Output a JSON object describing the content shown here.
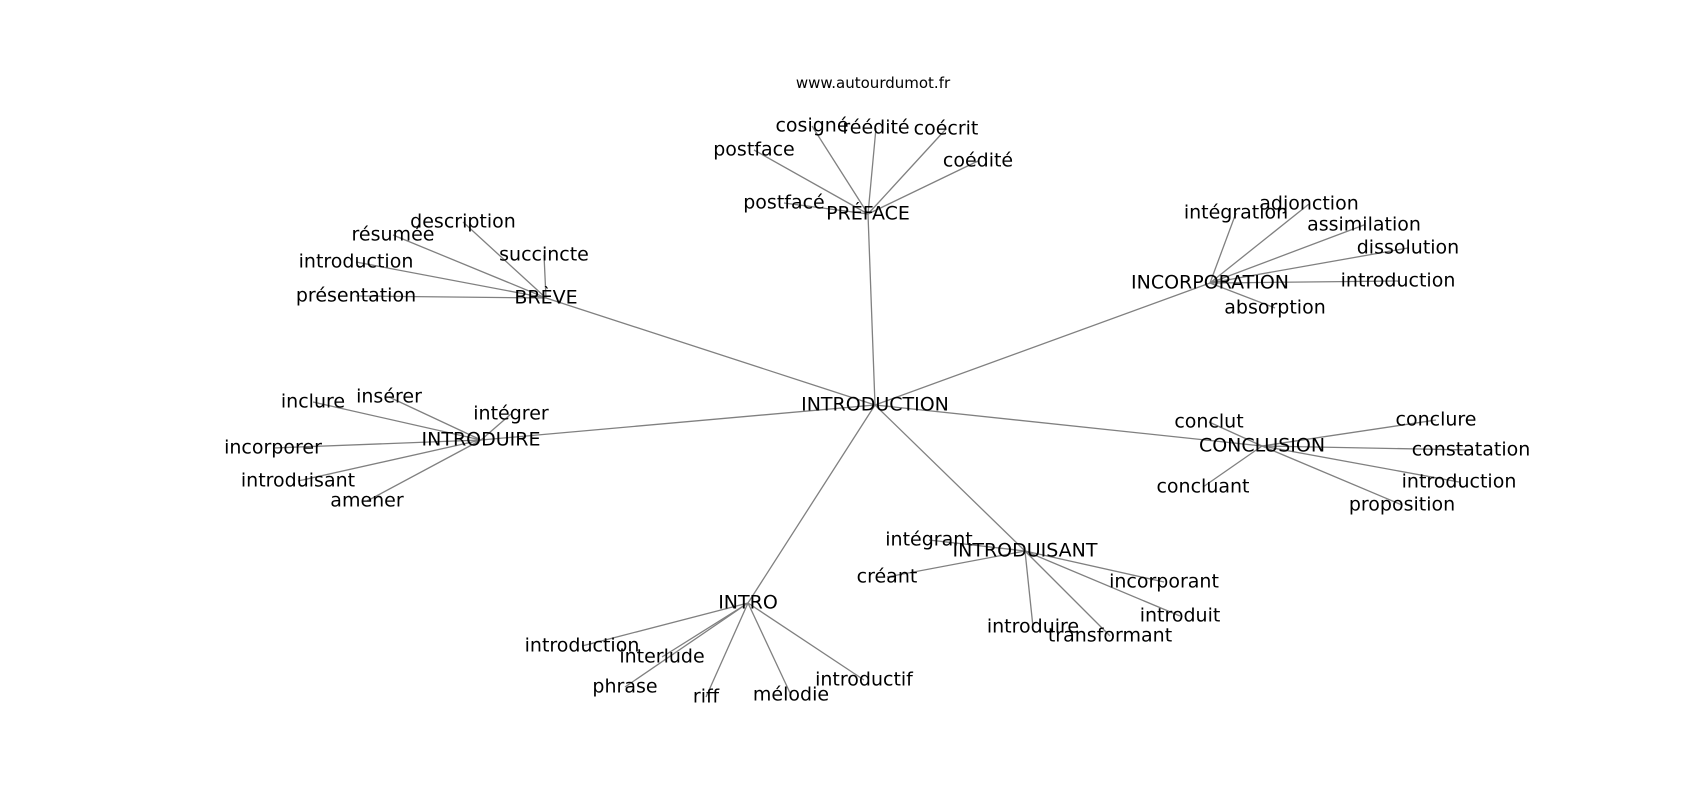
{
  "source": "www.autourdumot.fr",
  "colors": {
    "edge": "#808080",
    "text": "#000000",
    "background": "#ffffff"
  },
  "center": {
    "id": "INTRODUCTION",
    "label": "INTRODUCTION"
  },
  "hubs": [
    {
      "id": "preface",
      "label": "PRÉFACE",
      "leaves": [
        "cosigné",
        "réédité",
        "coécrit",
        "postface",
        "coédité",
        "postfacé"
      ]
    },
    {
      "id": "breve",
      "label": "BRÈVE",
      "leaves": [
        "description",
        "résumée",
        "succincte",
        "introduction",
        "présentation"
      ]
    },
    {
      "id": "incorporation",
      "label": "INCORPORATION",
      "leaves": [
        "intégration",
        "adjonction",
        "assimilation",
        "dissolution",
        "introduction",
        "absorption"
      ]
    },
    {
      "id": "introduire",
      "label": "INTRODUIRE",
      "leaves": [
        "inclure",
        "insérer",
        "intégrer",
        "incorporer",
        "introduisant",
        "amener"
      ]
    },
    {
      "id": "conclusion",
      "label": "CONCLUSION",
      "leaves": [
        "conclut",
        "conclure",
        "constatation",
        "concluant",
        "introduction",
        "proposition"
      ]
    },
    {
      "id": "introduisant",
      "label": "INTRODUISANT",
      "leaves": [
        "intégrant",
        "créant",
        "incorporant",
        "introduit",
        "introduire",
        "transformant"
      ]
    },
    {
      "id": "intro",
      "label": "INTRO",
      "leaves": [
        "introduction",
        "interlude",
        "phrase",
        "riff",
        "mélodie",
        "introductif"
      ]
    }
  ]
}
